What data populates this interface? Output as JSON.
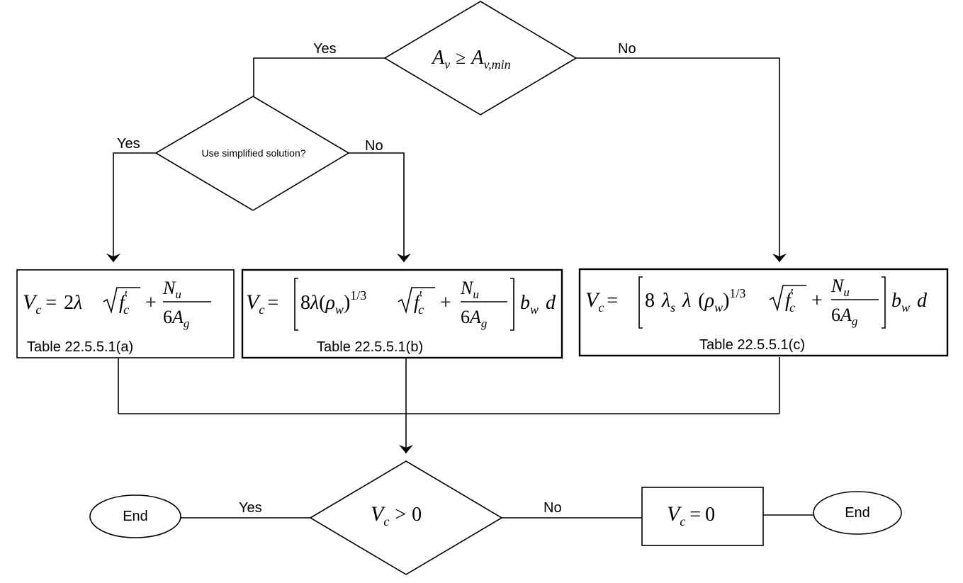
{
  "decisions": {
    "top": {
      "text": "A_v ≥ A_v,min",
      "yes": "Yes",
      "no": "No"
    },
    "simplified": {
      "text": "Use simplified solution?",
      "yes": "Yes",
      "no": "No"
    },
    "bottom": {
      "text": "V_c > 0",
      "yes": "Yes",
      "no": "No"
    }
  },
  "processes": {
    "a": {
      "formula": "V_c = 2λ√f'_c + N_u/(6A_g)",
      "caption": "Table 22.5.5.1(a)"
    },
    "b": {
      "formula": "V_c = [8λ(ρ_w)^1/3 √f'_c + N_u/(6A_g)] b_w d",
      "caption": "Table 22.5.5.1(b)"
    },
    "c": {
      "formula": "V_c = [8 λ_s λ (ρ_w)^1/3 √f'_c + N_u/(6A_g)] b_w d",
      "caption": "Table 22.5.5.1(c)"
    },
    "zero": {
      "formula": "V_c = 0"
    }
  },
  "terminals": {
    "left": "End",
    "right": "End"
  }
}
